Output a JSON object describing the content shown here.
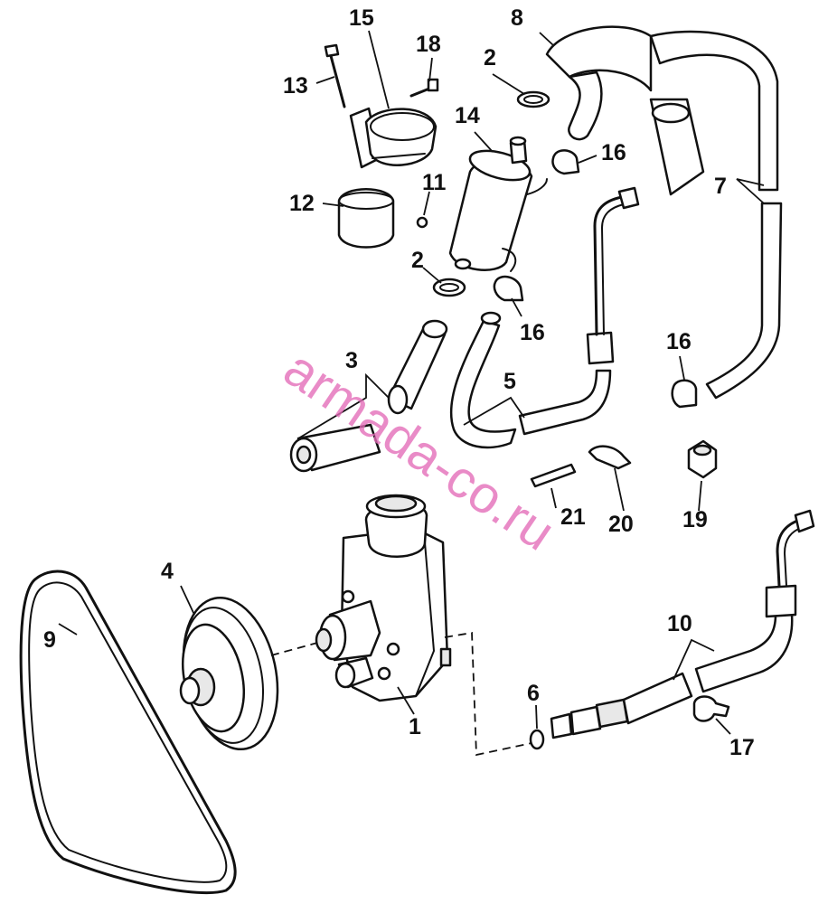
{
  "watermark": "armada-co.ru",
  "callouts": {
    "c1": "1",
    "c2a": "2",
    "c2b": "2",
    "c3": "3",
    "c4": "4",
    "c5": "5",
    "c6": "6",
    "c7": "7",
    "c8": "8",
    "c9": "9",
    "c10": "10",
    "c11": "11",
    "c12": "12",
    "c13": "13",
    "c14": "14",
    "c15": "15",
    "c16a": "16",
    "c16b": "16",
    "c16c": "16",
    "c17": "17",
    "c18": "18",
    "c19": "19",
    "c20": "20",
    "c21": "21"
  },
  "colors": {
    "line": "#111111",
    "watermark": "#e46bb8",
    "background": "#ffffff"
  }
}
